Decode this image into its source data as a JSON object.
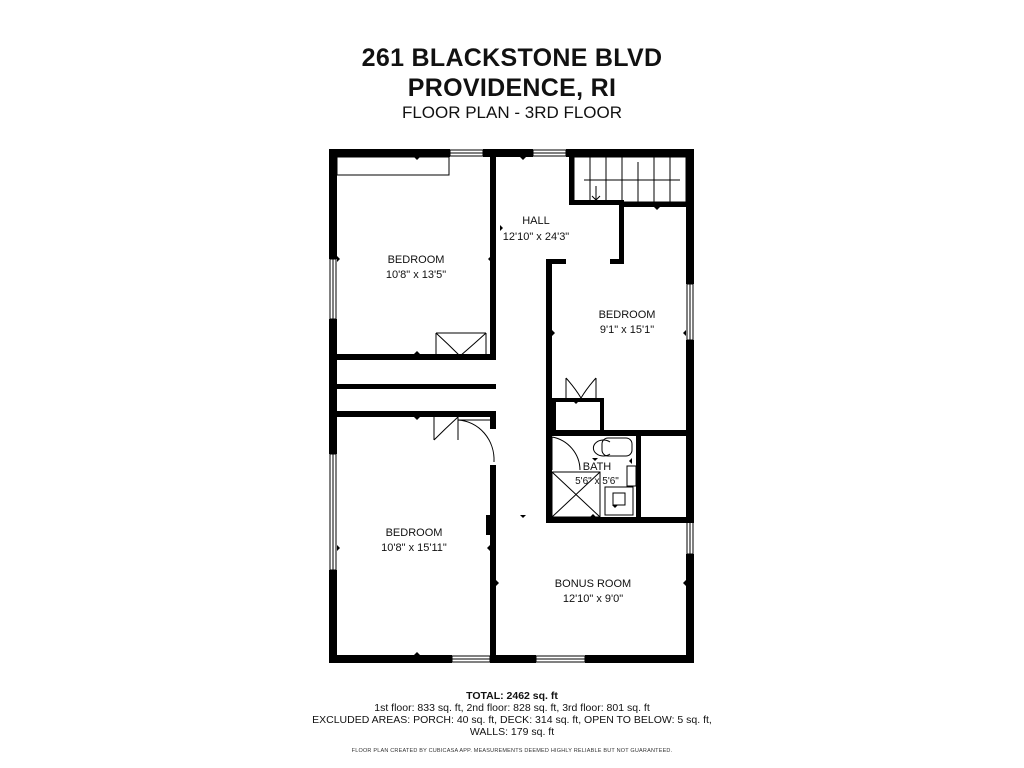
{
  "header": {
    "address_line1": "261 BLACKSTONE BLVD",
    "address_line2": "PROVIDENCE, RI",
    "subtitle": "FLOOR PLAN - 3RD FLOOR"
  },
  "rooms": [
    {
      "name": "BEDROOM",
      "size": "10'8\" x 13'5\""
    },
    {
      "name": "HALL",
      "size": "12'10\" x 24'3\""
    },
    {
      "name": "BEDROOM",
      "size": "9'1\" x 15'1\""
    },
    {
      "name": "BATH",
      "size": "5'6\" x 5'6\""
    },
    {
      "name": "BEDROOM",
      "size": "10'8\" x 15'11\""
    },
    {
      "name": "BONUS ROOM",
      "size": "12'10\" x 9'0\""
    }
  ],
  "footer": {
    "total": "TOTAL: 2462 sq. ft",
    "line1": "1st floor: 833 sq. ft, 2nd floor: 828 sq. ft, 3rd floor: 801 sq. ft",
    "line2": "EXCLUDED AREAS: PORCH: 40 sq. ft, DECK: 314 sq. ft, OPEN TO BELOW: 5 sq. ft,",
    "line3": "WALLS: 179 sq. ft",
    "fine_print": "FLOOR PLAN CREATED BY CUBICASA APP. MEASUREMENTS DEEMED HIGHLY RELIABLE BUT NOT GUARANTEED."
  },
  "colors": {
    "wall": "#000000",
    "background": "#ffffff",
    "text": "#111111"
  }
}
